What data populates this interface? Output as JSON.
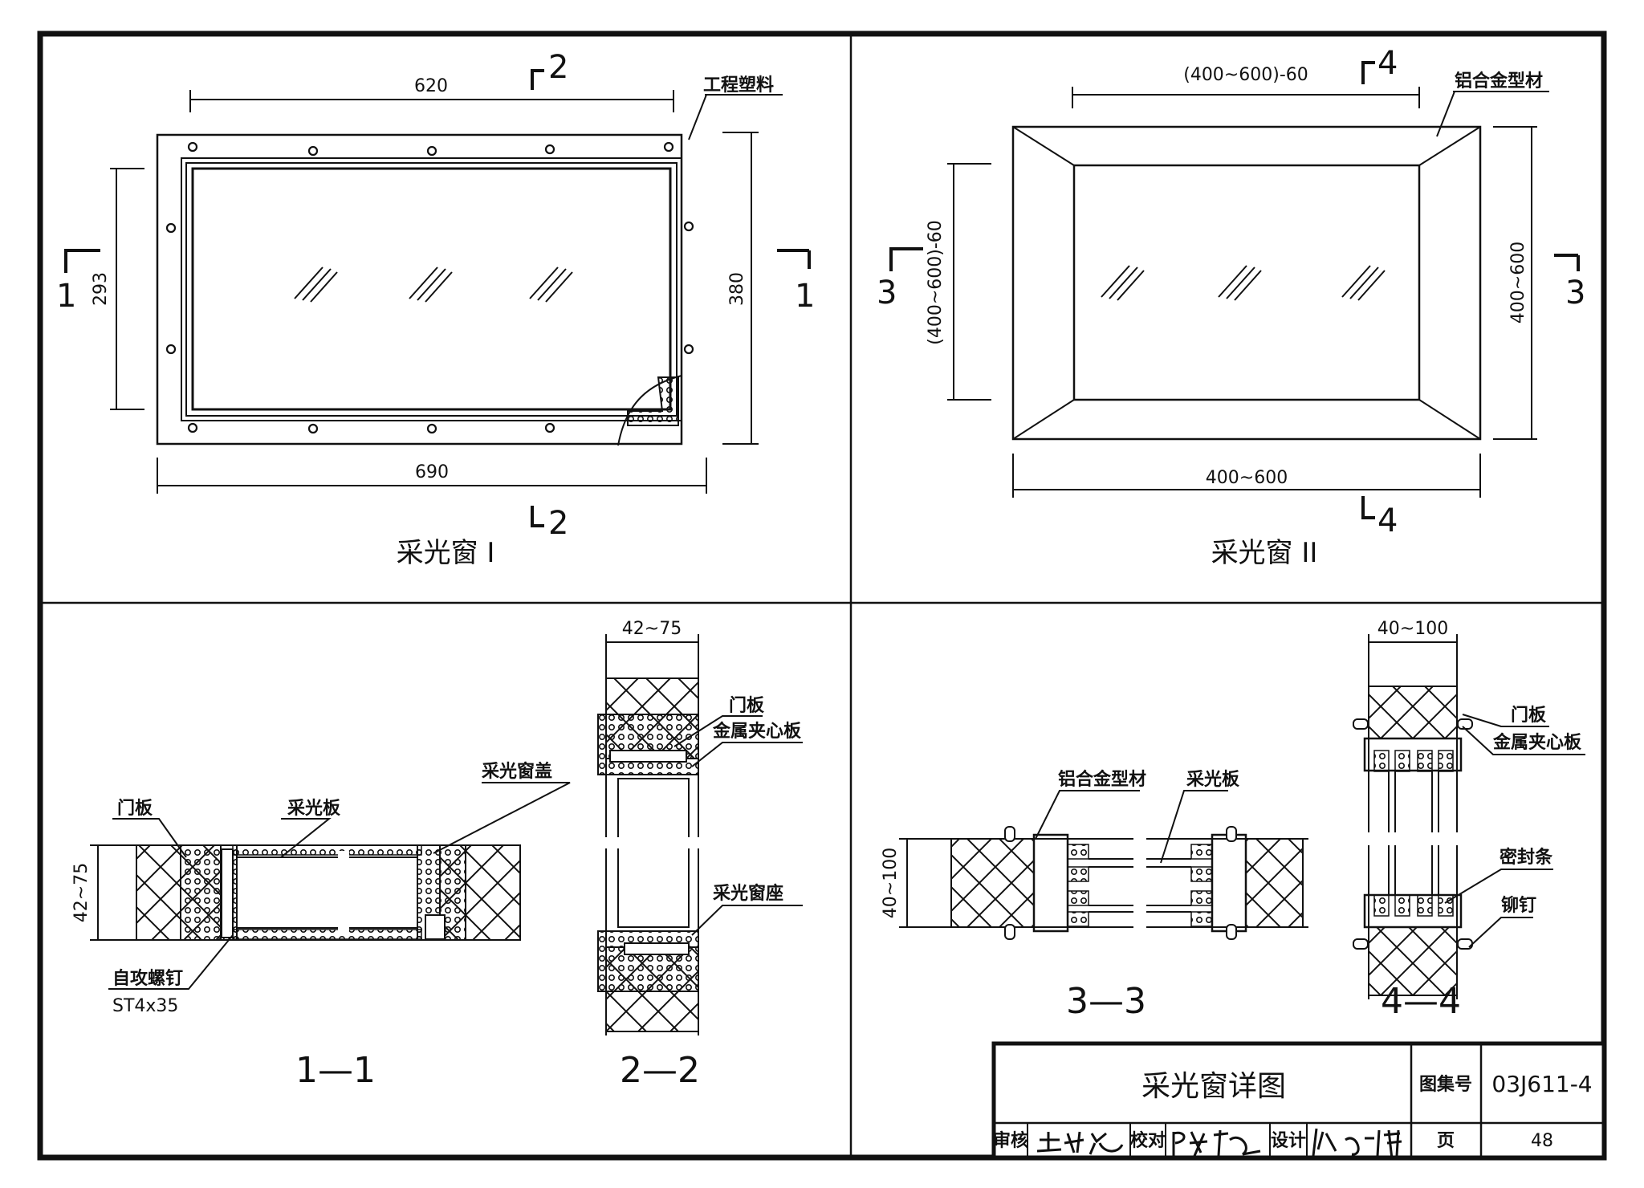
{
  "views": {
    "window1": {
      "caption": "采光窗 I",
      "dim_top": "620",
      "dim_bottom": "690",
      "dim_left": "293",
      "dim_right": "380",
      "material": "工程塑料",
      "sec_top": "2",
      "sec_bottom": "2",
      "sec_left": "1",
      "sec_right": "1"
    },
    "window2": {
      "caption": "采光窗 II",
      "dim_top": "(400~600)-60",
      "dim_bottom": "400~600",
      "dim_left": "(400~600)-60",
      "dim_right": "400~600",
      "material": "铝合金型材",
      "sec_top": "4",
      "sec_bottom": "4",
      "sec_left": "3",
      "sec_right": "3"
    },
    "section11": {
      "title": "1—1",
      "dim": "42~75",
      "labels": {
        "door": "门板",
        "panel": "采光板",
        "cover": "采光窗盖",
        "screw": "自攻螺钉",
        "screw_spec": "ST4x35"
      }
    },
    "section22": {
      "title": "2—2",
      "dim": "42~75",
      "labels": {
        "door": "门板",
        "core": "金属夹心板",
        "seat": "采光窗座"
      }
    },
    "section33": {
      "title": "3—3",
      "dim": "40~100",
      "labels": {
        "alu": "铝合金型材",
        "panel": "采光板"
      }
    },
    "section44": {
      "title": "4—4",
      "dim": "40~100",
      "labels": {
        "door": "门板",
        "core": "金属夹心板",
        "seal": "密封条",
        "rivet": "铆钉"
      }
    }
  },
  "title_block": {
    "title": "采光窗详图",
    "atlas_label": "图集号",
    "atlas_code": "03J611-4",
    "review_label": "审核",
    "check_label": "校对",
    "design_label": "设计",
    "page_label": "页",
    "page_number": "48"
  }
}
